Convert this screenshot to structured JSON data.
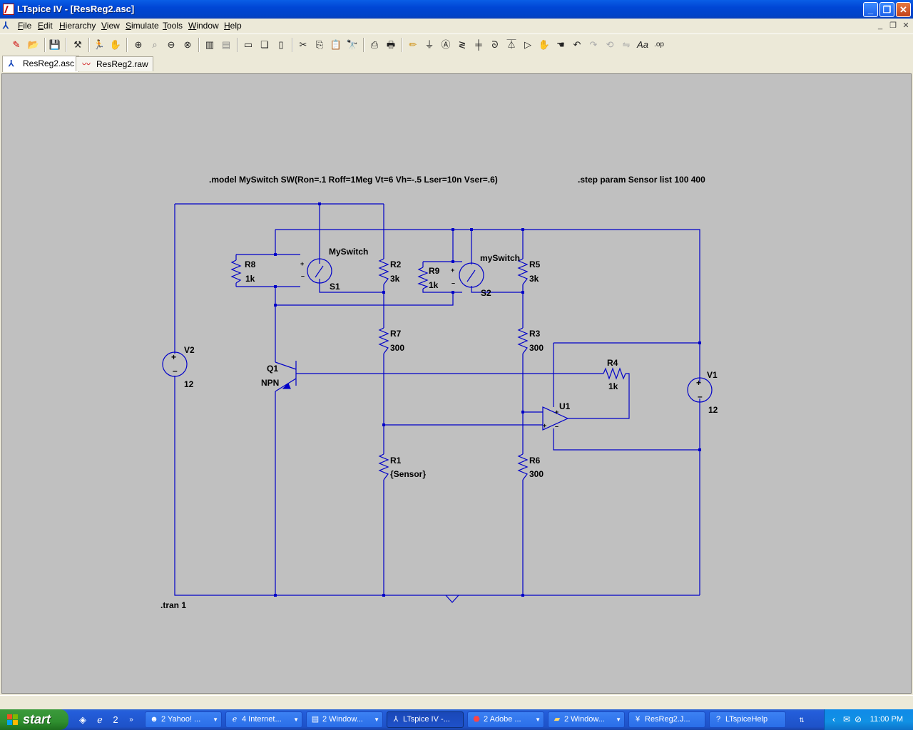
{
  "window": {
    "title": "LTspice IV - [ResReg2.asc]"
  },
  "menu": {
    "items": [
      "File",
      "Edit",
      "Hierarchy",
      "View",
      "Simulate",
      "Tools",
      "Window",
      "Help"
    ]
  },
  "tabs": [
    {
      "label": "ResReg2.asc",
      "active": true
    },
    {
      "label": "ResReg2.raw",
      "active": false
    }
  ],
  "schematic": {
    "directives": {
      "model": ".model MySwitch SW(Ron=.1 Roff=1Meg Vt=6 Vh=-.5 Lser=10n Vser=.6)",
      "step": ".step param Sensor list 100 400",
      "tran": ".tran 1"
    },
    "components": {
      "R8": {
        "name": "R8",
        "value": "1k"
      },
      "R2": {
        "name": "R2",
        "value": "3k"
      },
      "R9": {
        "name": "R9",
        "value": "1k"
      },
      "R5": {
        "name": "R5",
        "value": "3k"
      },
      "R7": {
        "name": "R7",
        "value": "300"
      },
      "R3": {
        "name": "R3",
        "value": "300"
      },
      "R4": {
        "name": "R4",
        "value": "1k"
      },
      "R1": {
        "name": "R1",
        "value": "{Sensor}"
      },
      "R6": {
        "name": "R6",
        "value": "300"
      },
      "V2": {
        "name": "V2",
        "value": "12"
      },
      "V1": {
        "name": "V1",
        "value": "12"
      },
      "Q1": {
        "name": "Q1",
        "value": "NPN"
      },
      "S1": {
        "name": "S1",
        "model": "MySwitch"
      },
      "S2": {
        "name": "S2",
        "model": "mySwitch"
      },
      "U1": {
        "name": "U1"
      }
    }
  },
  "taskbar": {
    "start_label": "start",
    "quick_launch_count": "2",
    "tasks": [
      {
        "label": "2 Yahoo! ...",
        "icon": "yahoo-icon"
      },
      {
        "label": "4 Internet...",
        "icon": "ie-icon"
      },
      {
        "label": "2 Window...",
        "icon": "window-icon"
      },
      {
        "label": "LTspice IV -...",
        "icon": "ltspice-icon",
        "active": true
      },
      {
        "label": "2 Adobe ...",
        "icon": "adobe-icon"
      },
      {
        "label": "2 Window...",
        "icon": "folder-icon"
      },
      {
        "label": "ResReg2.J...",
        "icon": "file-icon"
      },
      {
        "label": "LTspiceHelp",
        "icon": "help-icon"
      }
    ],
    "clock": "11:00 PM"
  },
  "colors": {
    "wire": "#0000c8",
    "canvas": "#c0c0c0",
    "titlebar": "#0046d5"
  }
}
